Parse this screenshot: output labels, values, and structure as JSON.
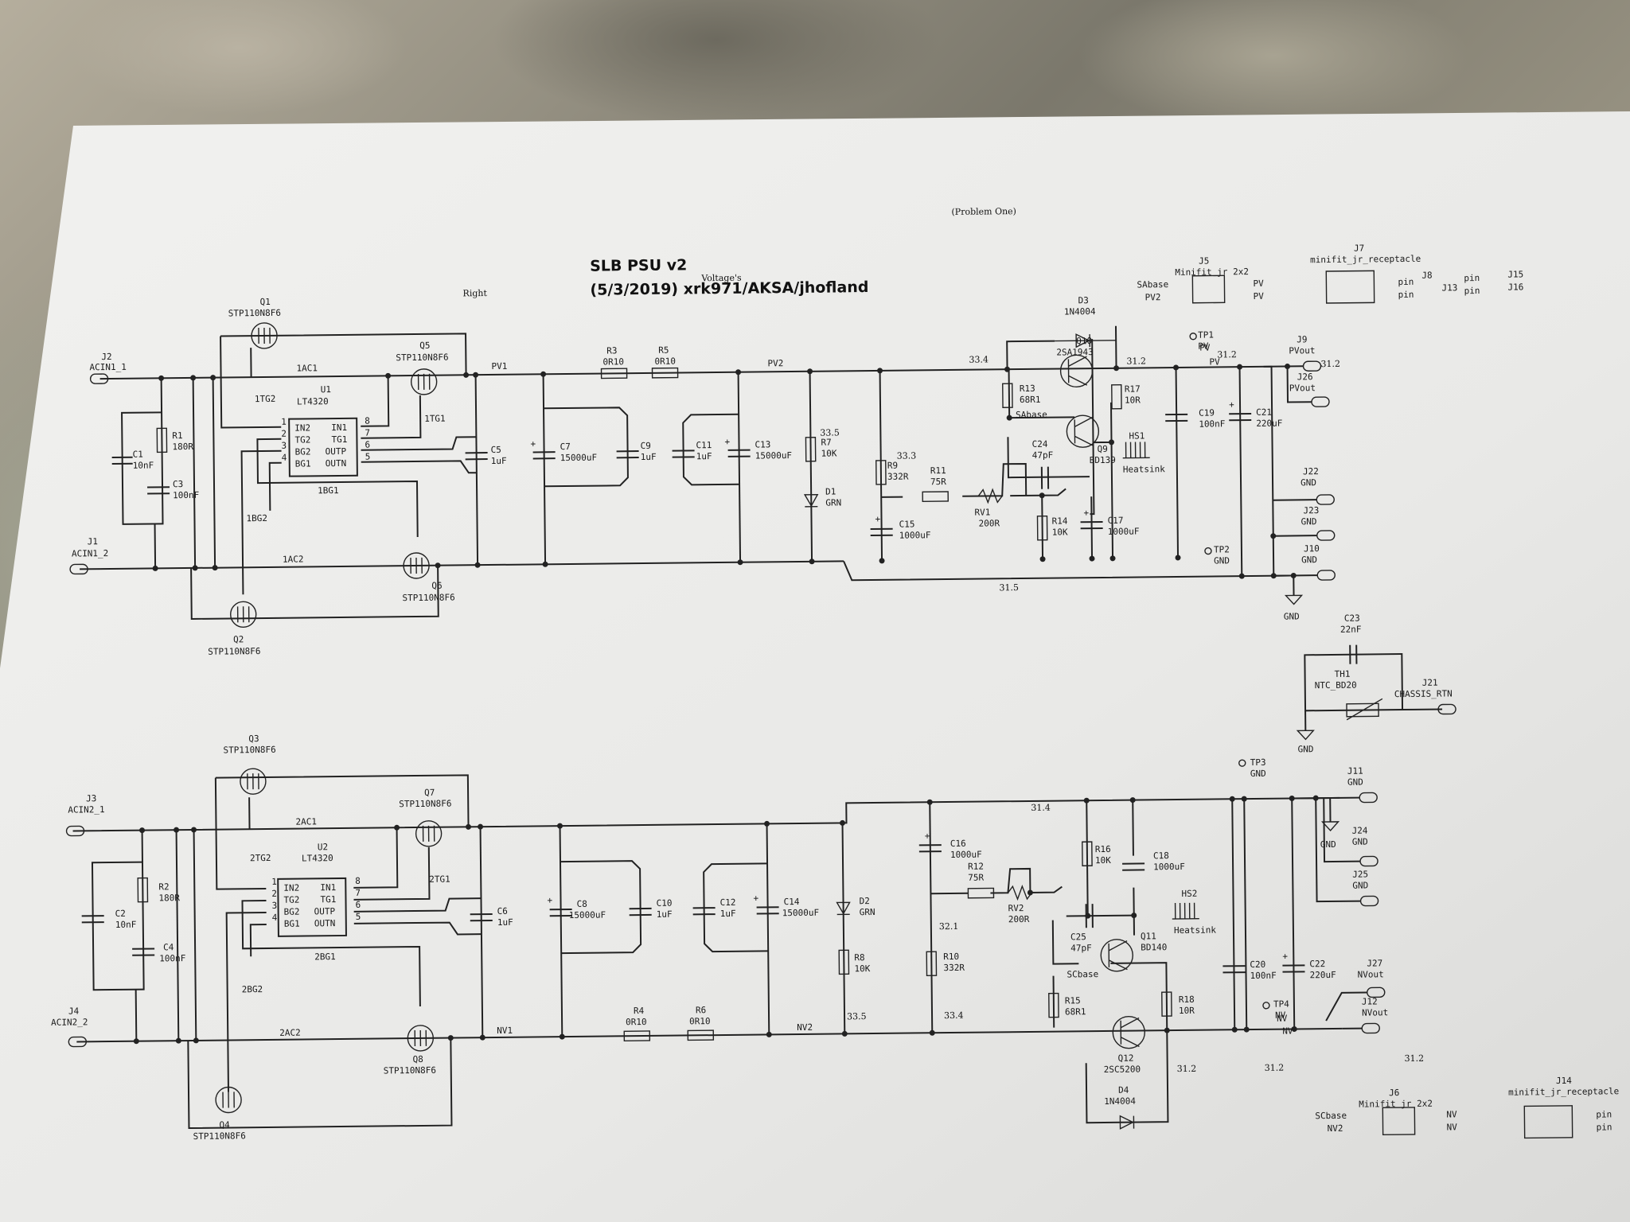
{
  "title": {
    "line1": "SLB PSU v2",
    "line2": "(5/3/2019)  xrk971/AKSA/jhofland"
  },
  "handwriting": {
    "right": "Right",
    "voltages": "Voltage's",
    "problem": "(Problem One)",
    "v_top": [
      "33.4",
      "31.2",
      "31.2",
      "31.2",
      "33.5",
      "33.3",
      "31.5"
    ],
    "v_bot": [
      "31.4",
      "32.1",
      "33.5",
      "33.4",
      "31.2",
      "31.2",
      "31.2"
    ]
  },
  "top": {
    "j2": [
      "J2",
      "ACIN1_1"
    ],
    "j1": [
      "J1",
      "ACIN1_2"
    ],
    "q1": [
      "Q1",
      "STP110N8F6"
    ],
    "q2": [
      "Q2",
      "STP110N8F6"
    ],
    "q5": [
      "Q5",
      "STP110N8F6"
    ],
    "q6": [
      "Q6",
      "STP110N8F6"
    ],
    "u1": [
      "U1",
      "LT4320"
    ],
    "u_pins_left": [
      "IN2",
      "TG2",
      "BG2",
      "BG1"
    ],
    "u_pins_right": [
      "IN1",
      "TG1",
      "OUTP",
      "OUTN"
    ],
    "u_nums_left": [
      "1",
      "2",
      "3",
      "4"
    ],
    "u_nums_right": [
      "8",
      "7",
      "6",
      "5"
    ],
    "nets": [
      "1AC1",
      "1AC2",
      "1TG2",
      "1TG1",
      "1BG1",
      "1BG2",
      "PV1",
      "PV2",
      "SAbase",
      "PV",
      "PV",
      "GND",
      "GND"
    ],
    "c1": [
      "C1",
      "10nF"
    ],
    "r1": [
      "R1",
      "180R"
    ],
    "c3": [
      "C3",
      "100nF"
    ],
    "c5": [
      "C5",
      "1uF"
    ],
    "c7": [
      "C7",
      "15000uF"
    ],
    "c9": [
      "C9",
      "1uF"
    ],
    "c11": [
      "C11",
      "1uF"
    ],
    "c13": [
      "C13",
      "15000uF"
    ],
    "r3": [
      "R3",
      "0R10"
    ],
    "r5": [
      "R5",
      "0R10"
    ],
    "r7": [
      "R7",
      "10K"
    ],
    "d1": [
      "D1",
      "GRN"
    ],
    "r9": [
      "R9",
      "332R"
    ],
    "r11": [
      "R11",
      "75R"
    ],
    "rv1": [
      "RV1",
      "200R"
    ],
    "c15": [
      "C15",
      "1000uF"
    ],
    "r13": [
      "R13",
      "68R1"
    ],
    "c24": [
      "C24",
      "47pF"
    ],
    "r14": [
      "R14",
      "10K"
    ],
    "c17": [
      "C17",
      "1000uF"
    ],
    "d3": [
      "D3",
      "1N4004"
    ],
    "q10": [
      "Q10",
      "2SA1943"
    ],
    "q9": [
      "Q9",
      "BD139"
    ],
    "hs1": [
      "HS1",
      "Heatsink"
    ],
    "r17": [
      "R17",
      "10R"
    ],
    "c19": [
      "C19",
      "100nF"
    ],
    "c21": [
      "C21",
      "220uF"
    ],
    "tp1": [
      "TP1",
      "PV"
    ],
    "tp2": [
      "TP2",
      "GND"
    ],
    "j5": [
      "J5",
      "Minifit jr 2x2"
    ],
    "j5_left": [
      "SAbase",
      "PV2"
    ],
    "j5_right": [
      "PV",
      "PV"
    ],
    "j7": [
      "J7",
      "minifit_jr_receptacle"
    ],
    "j8": [
      "J8",
      "J13",
      "J15",
      "J16",
      "pin",
      "pin",
      "pin",
      "pin"
    ],
    "j9": [
      "J9",
      "PVout"
    ],
    "j26": [
      "J26",
      "PVout"
    ],
    "j22": [
      "J22",
      "GND"
    ],
    "j23": [
      "J23",
      "GND"
    ],
    "j10": [
      "J10",
      "GND"
    ]
  },
  "mid": {
    "c23": [
      "C23",
      "22nF"
    ],
    "th1": [
      "TH1",
      "NTC_BD20"
    ],
    "j21": [
      "J21",
      "CHASSIS_RTN"
    ],
    "gnd": [
      "GND",
      "GND"
    ]
  },
  "bot": {
    "j3": [
      "J3",
      "ACIN2_1"
    ],
    "j4": [
      "J4",
      "ACIN2_2"
    ],
    "q3": [
      "Q3",
      "STP110N8F6"
    ],
    "q4": [
      "Q4",
      "STP110N8F6"
    ],
    "q7": [
      "Q7",
      "STP110N8F6"
    ],
    "q8": [
      "Q8",
      "STP110N8F6"
    ],
    "u2": [
      "U2",
      "LT4320"
    ],
    "nets": [
      "2AC1",
      "2AC2",
      "2TG2",
      "2TG1",
      "2BG1",
      "2BG2",
      "NV1",
      "NV2",
      "SCbase",
      "NV",
      "NV"
    ],
    "c2": [
      "C2",
      "10nF"
    ],
    "r2": [
      "R2",
      "180R"
    ],
    "c4": [
      "C4",
      "100nF"
    ],
    "c6": [
      "C6",
      "1uF"
    ],
    "c8": [
      "C8",
      "15000uF"
    ],
    "c10": [
      "C10",
      "1uF"
    ],
    "c12": [
      "C12",
      "1uF"
    ],
    "c14": [
      "C14",
      "15000uF"
    ],
    "r4": [
      "R4",
      "0R10"
    ],
    "r6": [
      "R6",
      "0R10"
    ],
    "r8": [
      "R8",
      "10K"
    ],
    "d2": [
      "D2",
      "GRN"
    ],
    "c16": [
      "C16",
      "1000uF"
    ],
    "r12": [
      "R12",
      "75R"
    ],
    "rv2": [
      "RV2",
      "200R"
    ],
    "r10": [
      "R10",
      "332R"
    ],
    "r16": [
      "R16",
      "10K"
    ],
    "c18": [
      "C18",
      "1000uF"
    ],
    "hs2": [
      "HS2",
      "Heatsink"
    ],
    "c25": [
      "C25",
      "47pF"
    ],
    "q11": [
      "Q11",
      "BD140"
    ],
    "r15": [
      "R15",
      "68R1"
    ],
    "r18": [
      "R18",
      "10R"
    ],
    "q12": [
      "Q12",
      "2SC5200"
    ],
    "d4": [
      "D4",
      "1N4004"
    ],
    "c20": [
      "C20",
      "100nF"
    ],
    "c22": [
      "C22",
      "220uF"
    ],
    "tp3": [
      "TP3",
      "GND"
    ],
    "tp4": [
      "TP4",
      "NV"
    ],
    "j11": [
      "J11",
      "GND"
    ],
    "j24": [
      "J24",
      "GND"
    ],
    "j25": [
      "J25",
      "GND"
    ],
    "j27": [
      "J27",
      "NVout"
    ],
    "j12": [
      "J12",
      "NVout"
    ],
    "j6": [
      "J6",
      "Minifit jr 2x2"
    ],
    "j6_left": [
      "SCbase",
      "NV2"
    ],
    "j6_right": [
      "NV",
      "NV"
    ],
    "j14": [
      "J14",
      "minifit_jr_receptacle"
    ],
    "j14_pins": [
      "pin",
      "pin"
    ]
  }
}
